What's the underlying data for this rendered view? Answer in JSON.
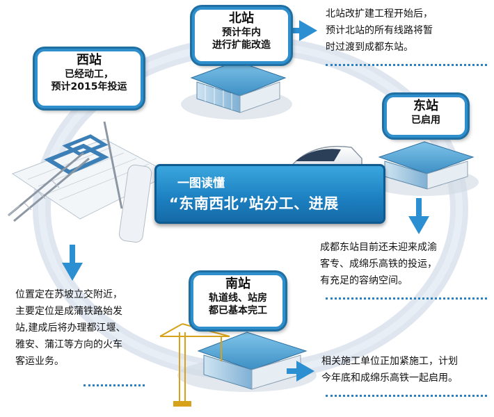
{
  "center": {
    "line1": "一图读懂",
    "line2": "“东南西北”站分工、进展"
  },
  "north": {
    "name": "北站",
    "status": [
      "预计年内",
      "进行扩能改造"
    ],
    "note": [
      "北站改扩建工程开始后，",
      "预计北站的所有线路将暂",
      "时过渡到成都东站。"
    ]
  },
  "west": {
    "name": "西站",
    "status": [
      "已经动工，",
      "预计2015年投运"
    ],
    "note": [
      "位置定在苏坡立交附近，",
      "主要定位是成蒲铁路始发",
      "站,建成后将办理都江堰、",
      "雅安、蒲江等方向的火车",
      "客运业务。"
    ]
  },
  "east": {
    "name": "东站",
    "status": [
      "已启用"
    ],
    "note": [
      "成都东站目前还未迎来成渝",
      "客专、成绵乐高铁的投运，",
      "有充足的容纳空间。"
    ]
  },
  "south": {
    "name": "南站",
    "status": [
      "轨道线、站房",
      "都已基本完工"
    ],
    "note": [
      "相关施工单位正加紧施工，计划",
      "今年底和成绵乐高铁一起启用。"
    ]
  },
  "colors": {
    "accent": "#2b8fd1",
    "banner": "#1c7fc0",
    "ring": "#c9d4e6"
  }
}
